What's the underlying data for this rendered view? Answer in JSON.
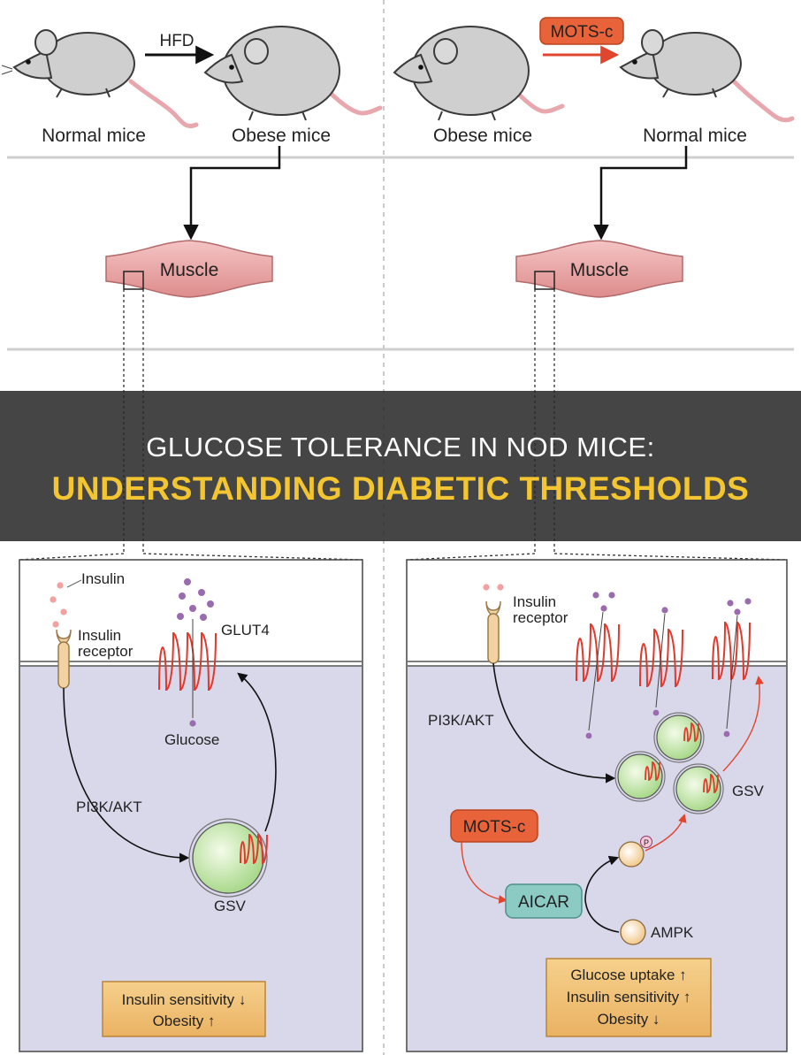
{
  "top_left": {
    "arrow_label": "HFD",
    "mouse_left_label": "Normal mice",
    "mouse_right_label": "Obese mice",
    "muscle_label": "Muscle"
  },
  "top_right": {
    "arrow_label": "MOTS-c",
    "mouse_left_label": "Obese mice",
    "mouse_right_label": "Normal mice",
    "muscle_label": "Muscle"
  },
  "left_panel": {
    "insulin_label": "Insulin",
    "receptor_label_1": "Insulin",
    "receptor_label_2": "receptor",
    "glut4_label": "GLUT4",
    "glucose_label": "Glucose",
    "pathway_label": "PI3K/AKT",
    "gsv_label": "GSV",
    "outcome_line_1": "Insulin sensitivity ↓",
    "outcome_line_2": "Obesity ↑"
  },
  "right_panel": {
    "receptor_label_1": "Insulin",
    "receptor_label_2": "receptor",
    "pathway_label": "PI3K/AKT",
    "gsv_label": "GSV",
    "motsc_label": "MOTS-c",
    "aicar_label": "AICAR",
    "ampk_label": "AMPK",
    "phospho_label": "P",
    "outcome_line_1": "Glucose uptake ↑",
    "outcome_line_2": "Insulin sensitivity ↑",
    "outcome_line_3": "Obesity ↓"
  },
  "banner": {
    "title_line_1": "GLUCOSE TOLERANCE IN NOD MICE:",
    "title_line_2": "UNDERSTANDING DIABETIC THRESHOLDS"
  },
  "colors": {
    "mouse_body": "#cfcfcf",
    "mouse_tail": "#e8a6ad",
    "muscle": "#eda5a5",
    "cytoplasm": "#d9d7ea",
    "glut4": "#e03a2e",
    "glucose_dot": "#9b6bb0",
    "insulin_dot": "#f2a0a0",
    "vesicle": "#bfe3a8",
    "motsc_box": "#e8623a",
    "aicar_box": "#8ccac4",
    "outcome_box": "#f0bf73",
    "banner_title_2": "#f3c530"
  }
}
